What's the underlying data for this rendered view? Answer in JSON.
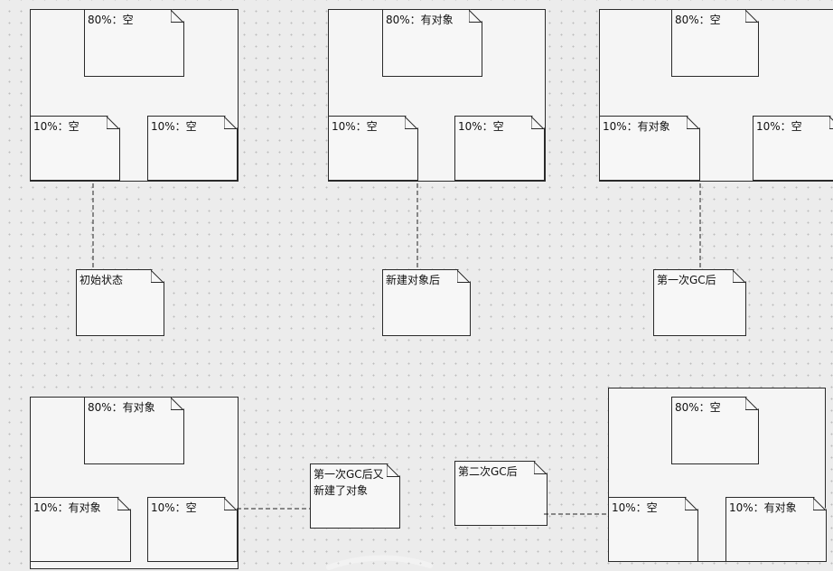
{
  "diagrams": [
    {
      "caption": "初始状态",
      "top": "80%：空",
      "left": "10%：空",
      "right": "10%：空"
    },
    {
      "caption": "新建对象后",
      "top": "80%：有对象",
      "left": "10%：空",
      "right": "10%：空"
    },
    {
      "caption": "第一次GC后",
      "top": "80%：空",
      "left": "10%：有对象",
      "right": "10%：空"
    },
    {
      "caption": "第一次GC后又新建了对象",
      "top": "80%：有对象",
      "left": "10%：有对象",
      "right": "10%：空"
    },
    {
      "caption": "第二次GC后",
      "top": "80%：空",
      "left": "10%：空",
      "right": "10%：有对象"
    }
  ]
}
